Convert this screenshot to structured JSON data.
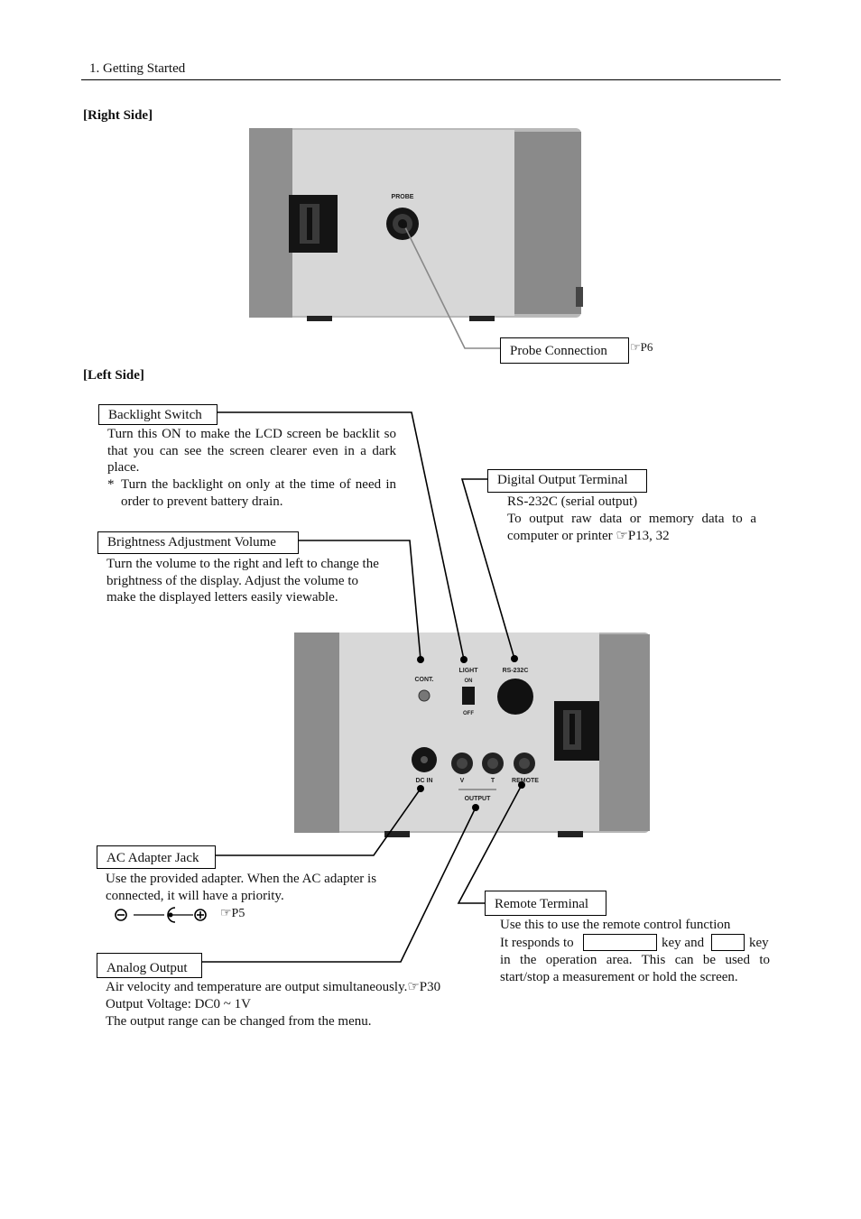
{
  "header": {
    "section": "1. Getting Started"
  },
  "right_side": {
    "heading": "[Right Side]",
    "device_label": "PROBE",
    "callout": "Probe Connection",
    "ref": "☞P6"
  },
  "left_side": {
    "heading": "[Left Side]",
    "device_labels": {
      "cont": "CONT.",
      "light": "LIGHT",
      "on": "ON",
      "off": "OFF",
      "rs232c": "RS-232C",
      "dcin": "DC IN",
      "v": "V",
      "t": "T",
      "remote": "REMOTE",
      "output": "OUTPUT"
    },
    "backlight": {
      "title": "Backlight Switch",
      "text": "Turn this ON to make the LCD screen be backlit so that you can see the screen clearer even in a dark place.",
      "note_mark": "*",
      "note": "Turn the backlight on only at the time of need in order to prevent battery drain."
    },
    "brightness": {
      "title": "Brightness Adjustment Volume",
      "text": "Turn the volume to the right and left to change the brightness of the display. Adjust the volume to make the displayed letters easily viewable."
    },
    "digital": {
      "title": "Digital Output Terminal",
      "line1": "RS-232C (serial output)",
      "line2": "To output raw data or memory data to a computer or printer",
      "ref": "☞P13, 32"
    },
    "ac_adapter": {
      "title": "AC Adapter Jack",
      "text": "Use the provided adapter. When the AC adapter is connected, it will have a priority.",
      "ref": "☞P5"
    },
    "analog": {
      "title": "Analog Output",
      "line1": "Air velocity and temperature are output simultaneously.",
      "ref": "☞P30",
      "line2": "Output Voltage: DC0 ~ 1V",
      "line3": "The output range can be changed from the menu."
    },
    "remote": {
      "title": "Remote Terminal",
      "line1": "Use this to use the remote control function",
      "line2_a": "It responds to",
      "line2_b": "key and",
      "line2_c": "key",
      "line3": "in the operation area. This can be used to start/stop a measurement or hold the screen."
    }
  }
}
